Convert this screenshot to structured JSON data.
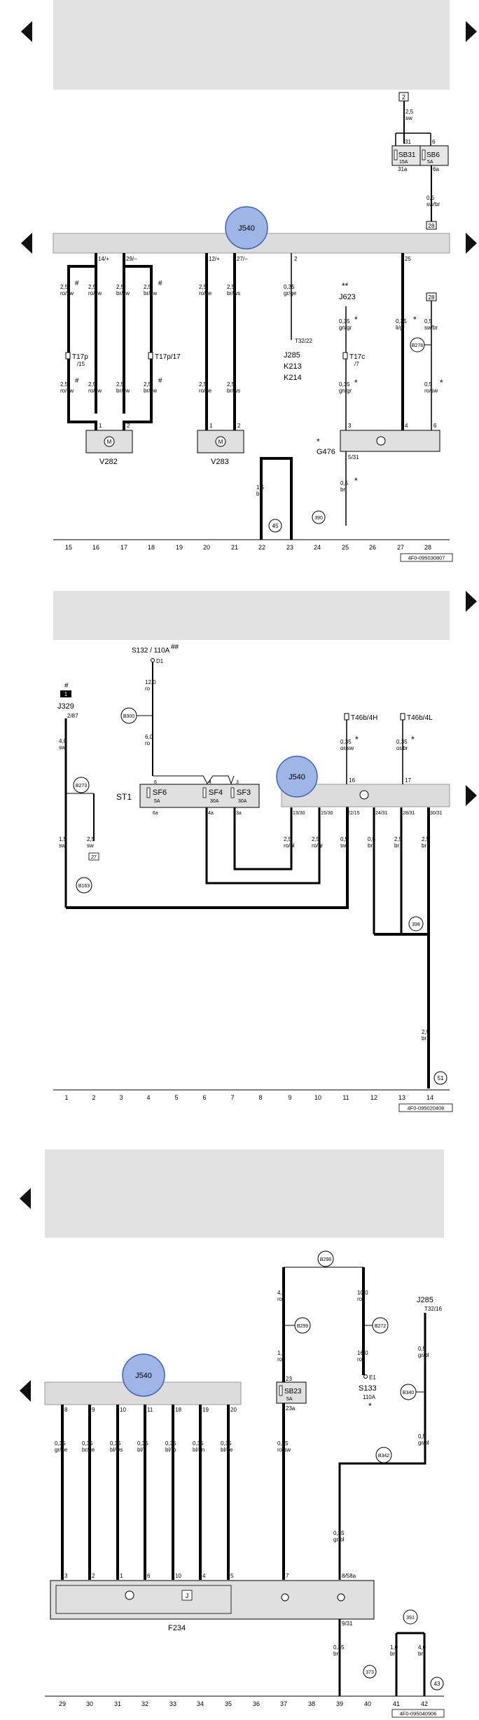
{
  "sheets": [
    {
      "components": {
        "j540": "J540",
        "v282": "V282",
        "v283": "V283",
        "j285": "J285",
        "t32_22": "T32/22",
        "k213": "K213",
        "k214": "K214",
        "j623": "J623",
        "j623_mark": "**",
        "t17p15": "T17p",
        "t17p15_sub": "/15",
        "t17p17": "T17p/17",
        "t17c": "T17c",
        "t17c_sub": "/7",
        "g476": "G476",
        "g476_mark": "*",
        "sb31": "SB31",
        "sb31_fuse": "15A",
        "sb6": "SB6",
        "sb6_fuse": "5A",
        "sb31_in": "31",
        "sb6_in": "6",
        "sb31_out": "31a",
        "sb6_out": "6a",
        "ref_top": "2",
        "ref_28": "28"
      },
      "wires": [
        {
          "label": "2,5\nro/sw",
          "pin": "14/+"
        },
        {
          "label": "2,5\nro/sw",
          "pin": ""
        },
        {
          "label": "2,5\nbr/sw",
          "pin": "29/–"
        },
        {
          "label": "2,5\nbr/sw",
          "pin": ""
        },
        {
          "label": "2,5\nro/ge",
          "pin": "12/+"
        },
        {
          "label": "2,5\nbr/ws",
          "pin": "27/–"
        },
        {
          "label": "0,35\ngr/ge",
          "pin": "2"
        },
        {
          "label": "0,35\nli/gr",
          "pin": "25"
        },
        {
          "label": "0,5\nro/sw",
          "pin": ""
        },
        {
          "label": "2,5\nsw",
          "pin": ""
        },
        {
          "label": "0,5\nsw/br",
          "pin": ""
        },
        {
          "label": "0,35\ngn/gr",
          "pin": ""
        },
        {
          "label": "1,5\nbr",
          "pin": ""
        },
        {
          "label": "0,5\nbr",
          "pin": "5/31"
        }
      ],
      "ground_points": [
        "45",
        "390",
        "B278"
      ],
      "marks": {
        "hash": "#",
        "star": "*"
      },
      "axis": [
        "15",
        "16",
        "17",
        "18",
        "19",
        "20",
        "21",
        "22",
        "23",
        "24",
        "25",
        "26",
        "27",
        "28"
      ],
      "code": "4F0-095030807"
    },
    {
      "components": {
        "s132": "S132 / 110A",
        "s132_mark": "##",
        "d1": "D1",
        "j329": "J329",
        "j329_pin": "2/87",
        "j329_mark": "#",
        "j329_badge": "1",
        "st1": "ST1",
        "sf6": "SF6",
        "sf6_fuse": "5A",
        "sf4": "SF4",
        "sf4_fuse": "30A",
        "sf3": "SF3",
        "sf3_fuse": "30A",
        "j540": "J540",
        "t46b4h": "T46b/4H",
        "t46b4l": "T46b/4L",
        "sf6_out": "6a",
        "sf4_out": "4a",
        "sf3_out": "3a",
        "sf6_in": "6",
        "sf4_in": "4",
        "sf3_in": "3"
      },
      "wires": [
        {
          "label": "12,0\nro",
          "pin": ""
        },
        {
          "label": "6,0\nro",
          "pin": ""
        },
        {
          "label": "4,0\nsw",
          "pin": ""
        },
        {
          "label": "2,5\nsw",
          "pin": ""
        },
        {
          "label": "1,5\nsw",
          "pin": ""
        },
        {
          "label": "2,5\nro/bl",
          "pin": "13/30"
        },
        {
          "label": "2,5\nro/gr",
          "pin": "15/30"
        },
        {
          "label": "0,5\nsw",
          "pin": "22/15"
        },
        {
          "label": "0,5\nbr",
          "pin": "24/31"
        },
        {
          "label": "2,5\nbr",
          "pin": "28/31"
        },
        {
          "label": "2,5\nbr",
          "pin": "30/31"
        },
        {
          "label": "0,35\nor/sw",
          "pin": "16"
        },
        {
          "label": "0,35\nor/br",
          "pin": "17"
        },
        {
          "label": "2,5\nbr",
          "pin": ""
        }
      ],
      "ground_points": [
        "B300",
        "B273",
        "B163",
        "398",
        "51",
        "27"
      ],
      "marks": {
        "star": "*"
      },
      "axis": [
        "1",
        "2",
        "3",
        "4",
        "5",
        "6",
        "7",
        "8",
        "9",
        "10",
        "11",
        "12",
        "13",
        "14"
      ],
      "code": "4F0-095020406"
    },
    {
      "components": {
        "j540": "J540",
        "f234": "F234",
        "f234_chip": "J",
        "sb23": "SB23",
        "sb23_fuse": "5A",
        "sb23_in": "23",
        "sb23_out": "23a",
        "s133": "S133",
        "s133_fuse": "110A",
        "s133_mark": "*",
        "e1": "E1",
        "j285": "J285",
        "t32_16": "T32/16"
      },
      "bus_wires": [
        {
          "pin": "8",
          "label": "0,35\ngr/ge",
          "fpin": "3"
        },
        {
          "pin": "9",
          "label": "0,35\nbr/ge",
          "fpin": "2"
        },
        {
          "pin": "10",
          "label": "0,35\nbl/ws",
          "fpin": "1"
        },
        {
          "pin": "11",
          "label": "0,35\nbl/li",
          "fpin": "6"
        },
        {
          "pin": "18",
          "label": "0,35\nbl/ro",
          "fpin": "10"
        },
        {
          "pin": "19",
          "label": "0,35\nbl/gn",
          "fpin": "4"
        },
        {
          "pin": "20",
          "label": "0,35\nbl/ge",
          "fpin": "5"
        }
      ],
      "wires": [
        {
          "label": "4,0\nro",
          "pin": ""
        },
        {
          "label": "1,0\nro",
          "pin": ""
        },
        {
          "label": "0,35\nro/sw",
          "pin": "7"
        },
        {
          "label": "10,0\nro",
          "pin": ""
        },
        {
          "label": "16,0\nro",
          "pin": ""
        },
        {
          "label": "0,5\ngr/bl",
          "pin": ""
        },
        {
          "label": "0,5\ngr/bl",
          "pin": ""
        },
        {
          "label": "0,35\ngr/bl",
          "pin": "8/58a"
        },
        {
          "label": "0,35\nbr",
          "pin": "9/31"
        },
        {
          "label": "1,0\nbr",
          "pin": ""
        },
        {
          "label": "4,0\nbr",
          "pin": ""
        }
      ],
      "ground_points": [
        "B298",
        "B299",
        "B272",
        "B340",
        "B342",
        "391",
        "373",
        "43"
      ],
      "axis": [
        "29",
        "30",
        "31",
        "32",
        "33",
        "34",
        "35",
        "36",
        "37",
        "38",
        "39",
        "40",
        "41",
        "42"
      ],
      "code": "4F0-095040906"
    }
  ]
}
